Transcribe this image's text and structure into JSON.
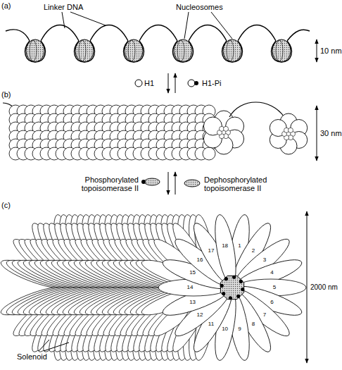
{
  "diagram": {
    "labels": [
      "(a)",
      "Linker DNA",
      "Nucleosomes",
      "10 nm",
      "H1",
      "H1-Pi",
      "(b)",
      "30 nm",
      "Phosphorylated topoisomerase II",
      "Dephosphorylated topoisomerase II",
      "(c)",
      "2000 nm",
      "Solenoid",
      "1",
      "2",
      "3",
      "4",
      "5",
      "6",
      "7",
      "8",
      "9",
      "10",
      "11",
      "12",
      "13",
      "14",
      "15",
      "16",
      "17",
      "18"
    ]
  }
}
